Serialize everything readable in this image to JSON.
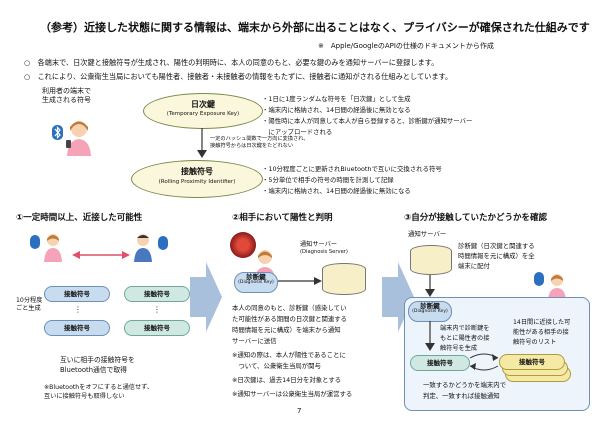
{
  "title": "（参考）近接した状態に関する情報は、端末から外部に出ることはなく、プライバシーが確保された仕組みです",
  "note": "※　Apple/GoogleのAPIの仕様のドキュメントから作成",
  "bullets": [
    "○　各端末で、日次鍵と接触符号が生成され、陽性の判明時に、本人の同意のもと、必要な鍵のみを通知サーバーに登録します。",
    "○　これにより、公衆衛生当局においても陽性者、接触者・未接触者の情報をもたずに、接触者に通知がされる仕組みとしています。"
  ],
  "top": {
    "caption": [
      "利用者の端末で",
      "生成される符号"
    ],
    "daily_key": {
      "name": "日次鍵",
      "en": "(Temporary Exposure Key)"
    },
    "daily_desc": [
      "・1日に1度ランダムな符号を「日次鍵」として生成",
      "・端末内に格納され、14日間の経過後に無効となる",
      "・陽性時に本人が同意して本人が自ら登録すると、診断鍵が通知サーバー",
      "　にアップロードされる"
    ],
    "hash_note": [
      "一定のハッシュ関数で一方向に変換され、",
      "接触符号からは日次鍵をたどれない"
    ],
    "contact_code": {
      "name": "接触符号",
      "en": "(Rolling Proximity Identifier)"
    },
    "contact_desc": [
      "・10分程度ごとに更新されBluetoothで互いに交換される符号",
      "・5分単位で相手の符号の時間を計測して記録",
      "・端末内に格納され、14日間の経過後に無効になる"
    ]
  },
  "step1": {
    "heading": "①一定時間以上、近接した可能性",
    "pill": "接触符号",
    "side_note": [
      "10分程度",
      "ごと生成"
    ],
    "caption": [
      "互いに相手の接触符号を",
      "Bluetooth通信で取得"
    ],
    "footnote": [
      "※Bluetoothをオフにすると通信せず、",
      "互いに接触符号も取得しない"
    ]
  },
  "step2": {
    "heading": "②相手において陽性と判明",
    "server": [
      "通知サーバー",
      "(Diagnosis Server)"
    ],
    "diag_key": [
      "診断鍵",
      "(Diagnosis Key)"
    ],
    "body": [
      "本人の同意のもと、診断鍵（感染してい",
      "た可能性がある期間の日次鍵と関連する",
      "時間情報を元に構成）を端末から通知",
      "サーバーに送信"
    ],
    "notes": [
      "※通知の際は、本人が陽性であることに",
      "　ついて、公衆衛生当局が関与",
      "※日次鍵は、過去14日分を対象とする",
      "※通知サーバーは公衆衛生当局が運営する"
    ]
  },
  "step3": {
    "heading": "③自分が接触していたかどうかを確認",
    "server": "通知サーバー",
    "distribute": [
      "診断鍵（日次鍵と関連する",
      "時間情報を元に構成）を全",
      "端末に配付"
    ],
    "diag_key": [
      "診断鍵",
      "(Diagnosis Key)"
    ],
    "derive": [
      "端末内で診断鍵を",
      "もとに陽性者の接",
      "触符号を生成"
    ],
    "pill": "接触符号",
    "list_caption": [
      "14日間に近接した可",
      "能性がある相手の接",
      "触符号のリスト"
    ],
    "list_pill": "接触符号",
    "match": [
      "一致するかどうかを端末内で",
      "判定、一致すれば接触通知"
    ]
  },
  "page_number": "7",
  "colors": {
    "ellipse_fill": "#fbf7dc",
    "pill_blue": "#c8dcf0",
    "pill_teal": "#cfe8e2",
    "pill_yellow": "#f5e9a6",
    "arrow_blue": "#a9c0dc",
    "red": "#e0506a",
    "panel": "#eef4fb"
  }
}
